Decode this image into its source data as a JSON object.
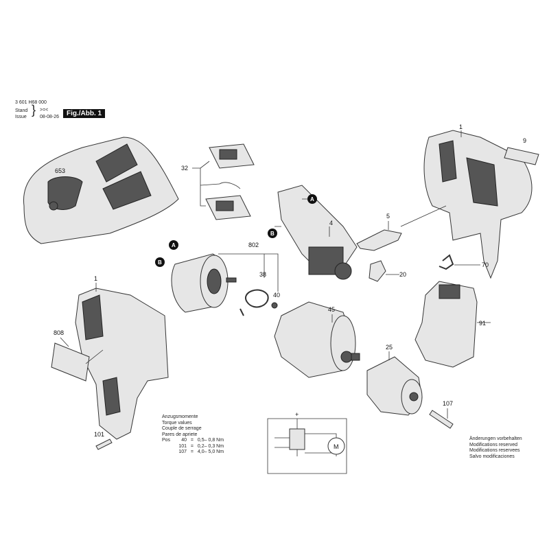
{
  "header": {
    "part_number": "3 601 H68 000",
    "stand_label": "Stand",
    "issue_label": "Issue",
    "date": "08-08-26",
    "figure_label": "Fig./Abb. 1"
  },
  "callouts": {
    "charger": "653",
    "switch_cover": "32",
    "housing_right": "1",
    "label_top": "9",
    "marker_a1": "A",
    "marker_b1": "B",
    "switch": "4",
    "slider": "5",
    "motor": "802",
    "marker_a2": "A",
    "marker_b2": "B",
    "ring": "38",
    "screw_small": "40",
    "button": "20",
    "clip": "70",
    "housing_left": "1",
    "gearbox": "45",
    "battery": "91",
    "label_side": "808",
    "chuck": "25",
    "chuck_screw": "107",
    "housing_screw": "101"
  },
  "torque": {
    "lines": [
      "Anzugsmomente",
      "Torque values",
      "Couple de serrage",
      "Pares de apriete"
    ],
    "pos_label": "Pos",
    "rows": [
      {
        "pos": "40",
        "eq": "=",
        "value": "0,5– 0,8 Nm"
      },
      {
        "pos": "101",
        "eq": "=",
        "value": "0,2– 0,3 Nm"
      },
      {
        "pos": "107",
        "eq": "=",
        "value": "4,0– 5,0 Nm"
      }
    ]
  },
  "schematic": {
    "plus": "+",
    "motor": "M"
  },
  "notice": [
    "Änderungen vorbehalten",
    "Modifications reserved",
    "Modifications reservees",
    "Salvo modificaciones"
  ]
}
